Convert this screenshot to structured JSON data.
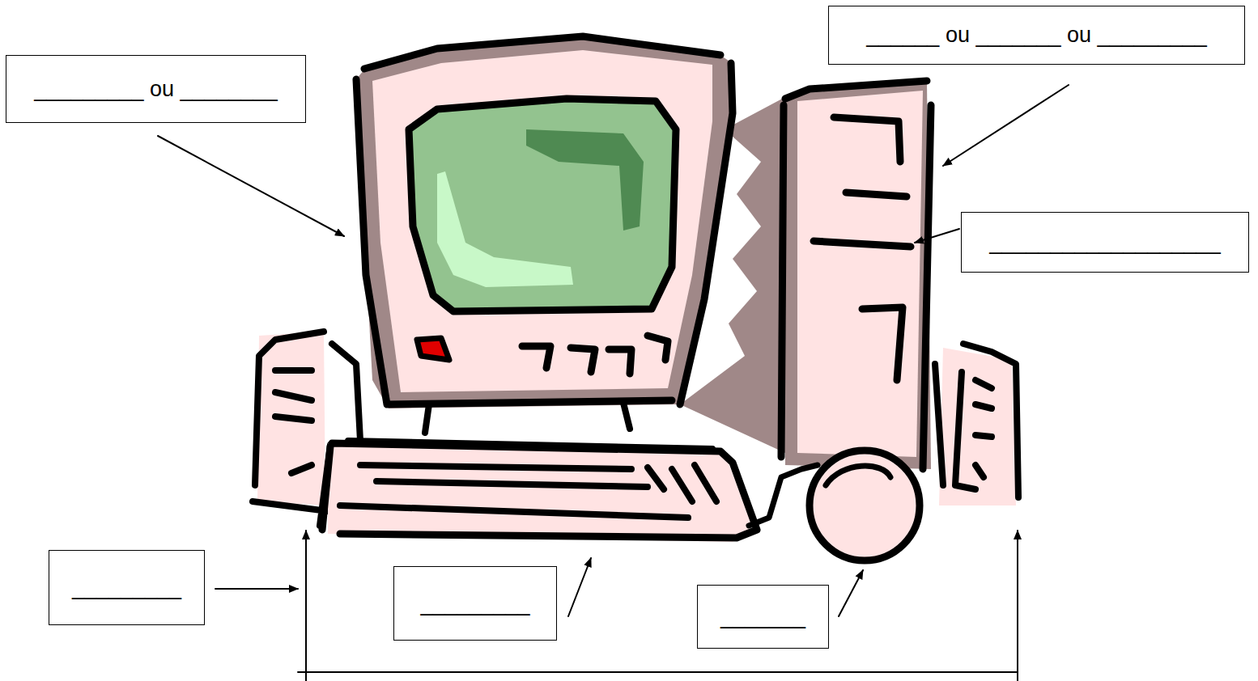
{
  "diagram": {
    "nodes": [
      {
        "text": [
          "_________ ou ________"
        ]
      },
      {
        "text": [
          "______ ou _______ ou _________"
        ]
      },
      {
        "text": [
          "___________________"
        ]
      },
      {
        "text": [
          "_________"
        ]
      },
      {
        "text": [
          "_________"
        ]
      },
      {
        "text": [
          "_______"
        ]
      }
    ]
  }
}
